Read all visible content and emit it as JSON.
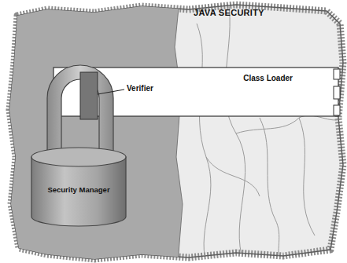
{
  "diagram": {
    "title": "JAVA SECURITY",
    "nodes": [
      {
        "text": [
          "Class Loader"
        ]
      },
      {
        "text": [
          "Security Manager"
        ]
      }
    ],
    "labels": [
      "Verifier"
    ]
  }
}
